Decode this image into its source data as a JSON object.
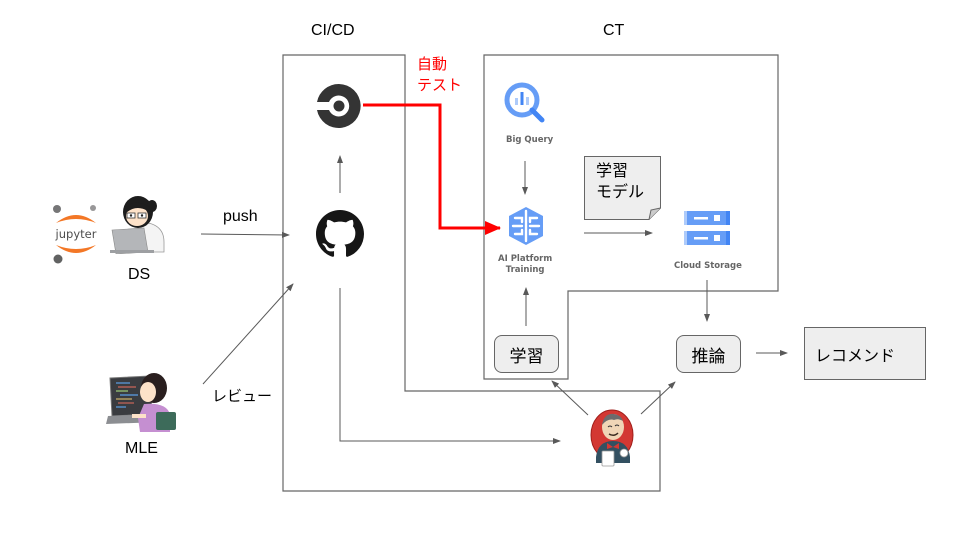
{
  "sections": {
    "cicd_label": "CI/CD",
    "ct_label": "CT"
  },
  "actors": {
    "ds": {
      "label": "DS",
      "tool_icon": "jupyter-logo",
      "tool_text": "jupyter"
    },
    "mle": {
      "label": "MLE"
    }
  },
  "edges": {
    "push_label": "push",
    "review_label": "レビュー",
    "auto_test_line1": "自動",
    "auto_test_line2": "テスト"
  },
  "ct_services": {
    "bigquery": "Big Query",
    "ai_platform_line1": "AI Platform",
    "ai_platform_line2": "Training",
    "cloud_storage": "Cloud Storage"
  },
  "nodes": {
    "model_note_line1": "学習",
    "model_note_line2": "モデル",
    "train_button": "学習",
    "inference_button": "推論",
    "recommend_box": "レコメンド"
  },
  "colors": {
    "highlight": "#ff0000",
    "line": "#666666",
    "box_fill": "#eeeeee",
    "gcp_blue": "#4285f4",
    "gcp_light_blue": "#669df6",
    "jupyter_orange": "#f37726"
  }
}
